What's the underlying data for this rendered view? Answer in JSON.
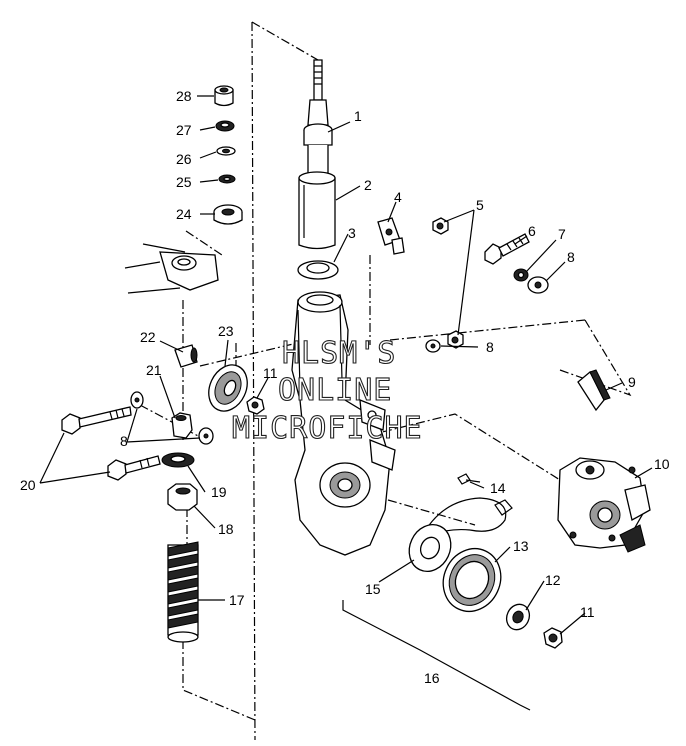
{
  "watermark": {
    "line1": "HLSM'S",
    "line2": "ONLINE",
    "line3": "MICROFICHE"
  },
  "callouts": [
    "1",
    "2",
    "3",
    "4",
    "5",
    "6",
    "7",
    "8",
    "8",
    "8",
    "9",
    "10",
    "11",
    "11",
    "12",
    "13",
    "14",
    "15",
    "16",
    "17",
    "18",
    "19",
    "20",
    "21",
    "22",
    "23",
    "24",
    "25",
    "26",
    "27",
    "28"
  ]
}
